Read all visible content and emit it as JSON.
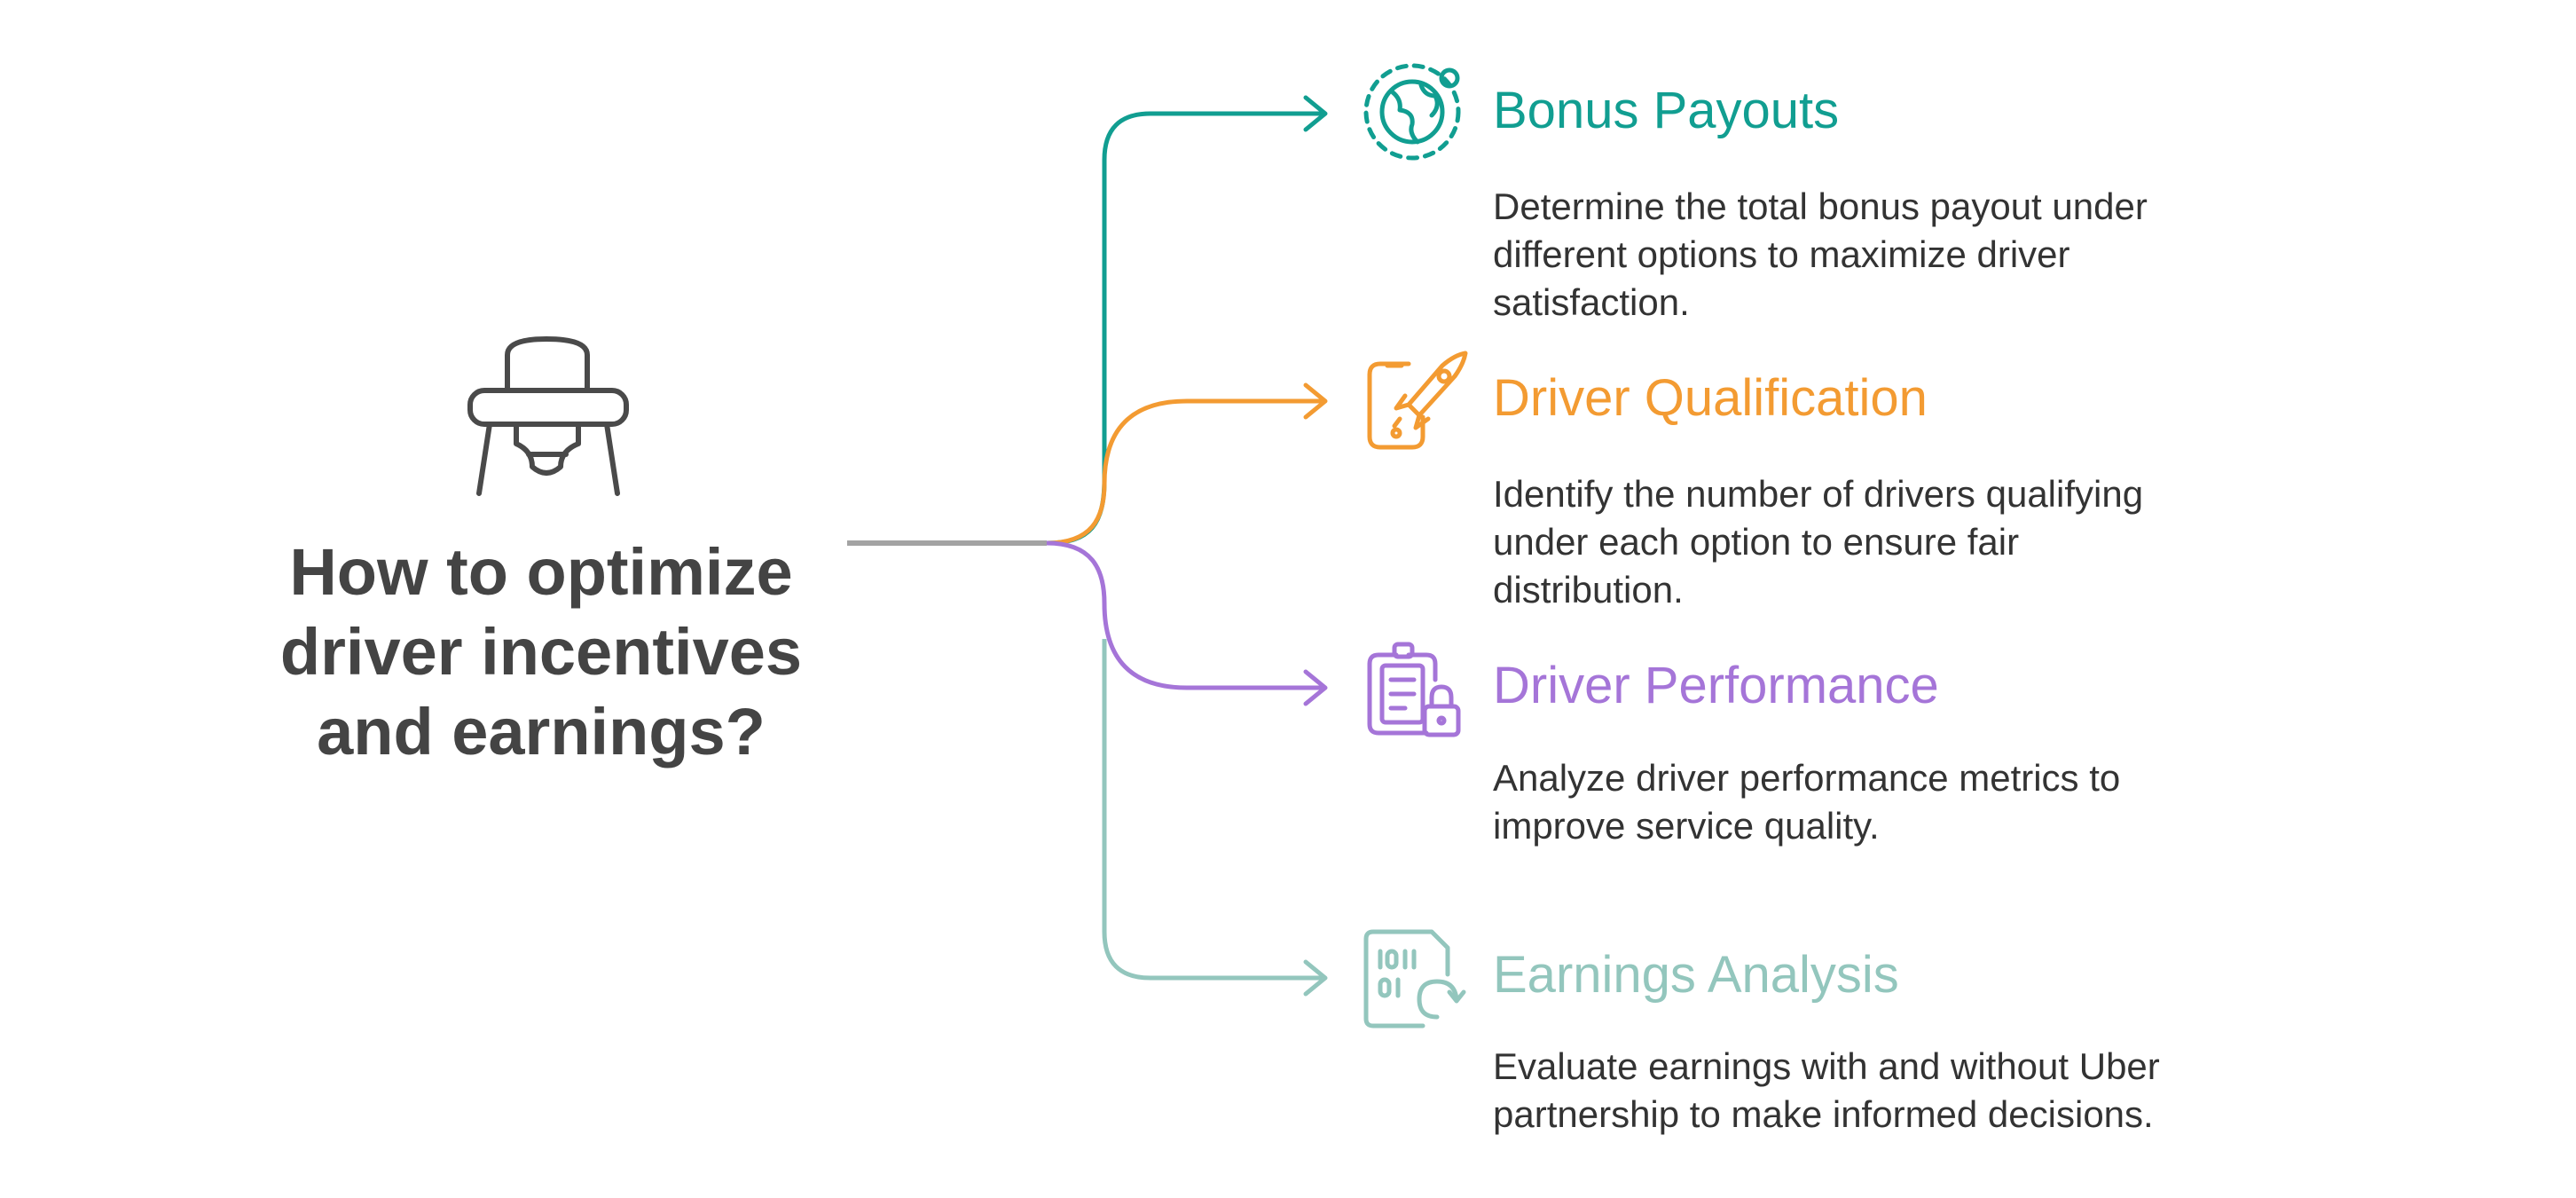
{
  "question": {
    "lines": [
      "How to optimize",
      "driver incentives",
      "and earnings?"
    ]
  },
  "colors": {
    "teal": "#119e91",
    "orange": "#f39b32",
    "purple": "#a575d8",
    "mint": "#93c6bd",
    "stem": "#a3a3a3",
    "text_dark": "#444444"
  },
  "branches": [
    {
      "id": "bonus-payouts",
      "title": "Bonus Payouts",
      "description_lines": [
        "Determine the total bonus payout under",
        "different options to maximize driver",
        "satisfaction."
      ],
      "color": "#119e91",
      "icon": "globe-icon"
    },
    {
      "id": "driver-qualification",
      "title": "Driver Qualification",
      "description_lines": [
        "Identify the number of drivers qualifying",
        "under each option to ensure fair",
        "distribution."
      ],
      "color": "#f39b32",
      "icon": "phone-rocket-icon"
    },
    {
      "id": "driver-performance",
      "title": "Driver Performance",
      "description_lines": [
        "Analyze driver performance metrics to",
        "improve service quality."
      ],
      "color": "#a575d8",
      "icon": "clipboard-lock-icon"
    },
    {
      "id": "earnings-analysis",
      "title": "Earnings Analysis",
      "description_lines": [
        "Evaluate earnings with and without Uber",
        "partnership to make informed decisions."
      ],
      "color": "#93c6bd",
      "icon": "binary-document-icon"
    }
  ],
  "center_icon": "high-chair-icon"
}
